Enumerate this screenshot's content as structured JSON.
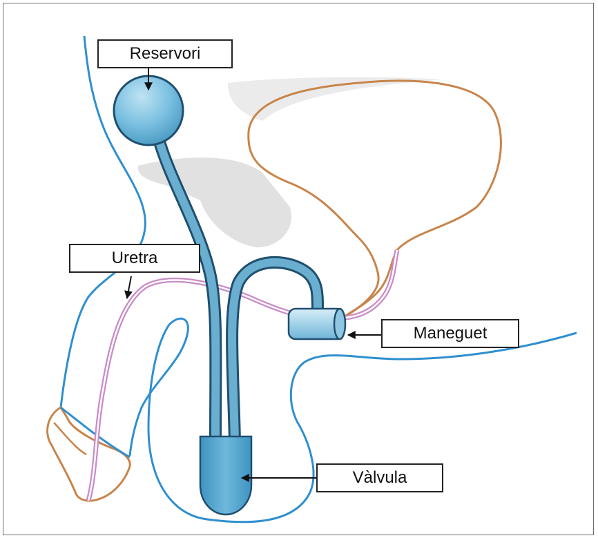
{
  "labels": {
    "reservoir": "Reservori",
    "urethra": "Uretra",
    "cuff": "Maneguet",
    "valve": "Vàlvula"
  },
  "colors": {
    "body_outline": "#2f8fcf",
    "bladder_outline": "#c8844a",
    "urethra": "#c98bc8",
    "device_fill": "#6aaed0",
    "device_stroke": "#1f4f6e",
    "tissue_shadow": "#d9d9d9",
    "label_border": "#222222"
  },
  "icons": [
    "arrow-icon"
  ]
}
